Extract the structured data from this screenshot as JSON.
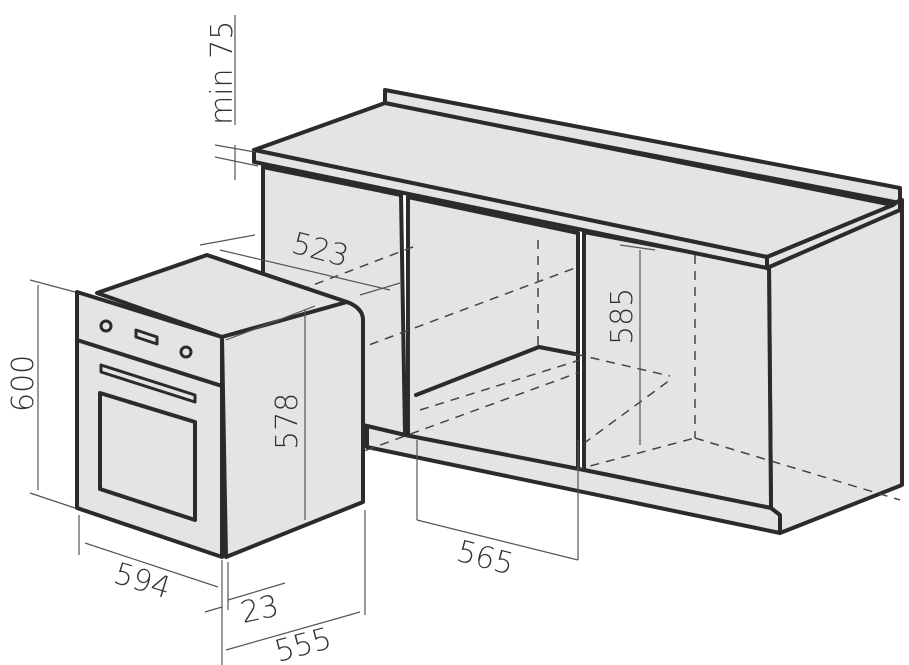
{
  "diagram": {
    "title": "Built-in oven installation dimensions",
    "dimensions": {
      "clearance_top": "min 75",
      "cabinet_depth": "523",
      "cabinet_opening_height": "585",
      "oven_body_height": "578",
      "oven_total_height": "600",
      "oven_width": "594",
      "cabinet_opening_width": "565",
      "front_panel_depth": "23",
      "oven_body_depth": "555"
    },
    "colors": {
      "fill": "#e4e4e4",
      "stroke": "#2b2b2b"
    }
  }
}
